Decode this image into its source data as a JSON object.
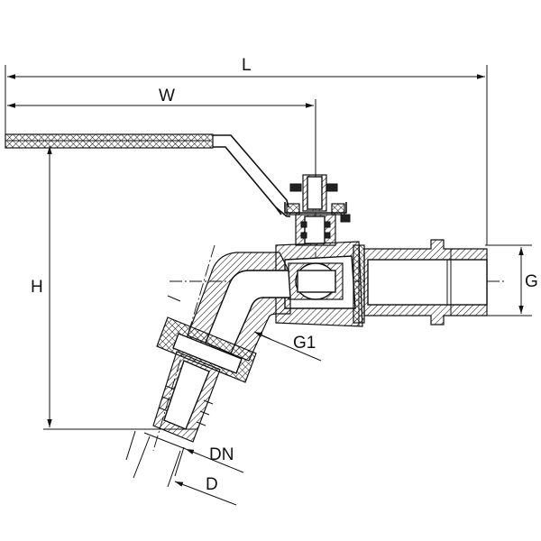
{
  "dimensions": {
    "L": "L",
    "W": "W",
    "H": "H",
    "G": "G",
    "G1": "G1",
    "DN": "DN",
    "D": "D"
  }
}
